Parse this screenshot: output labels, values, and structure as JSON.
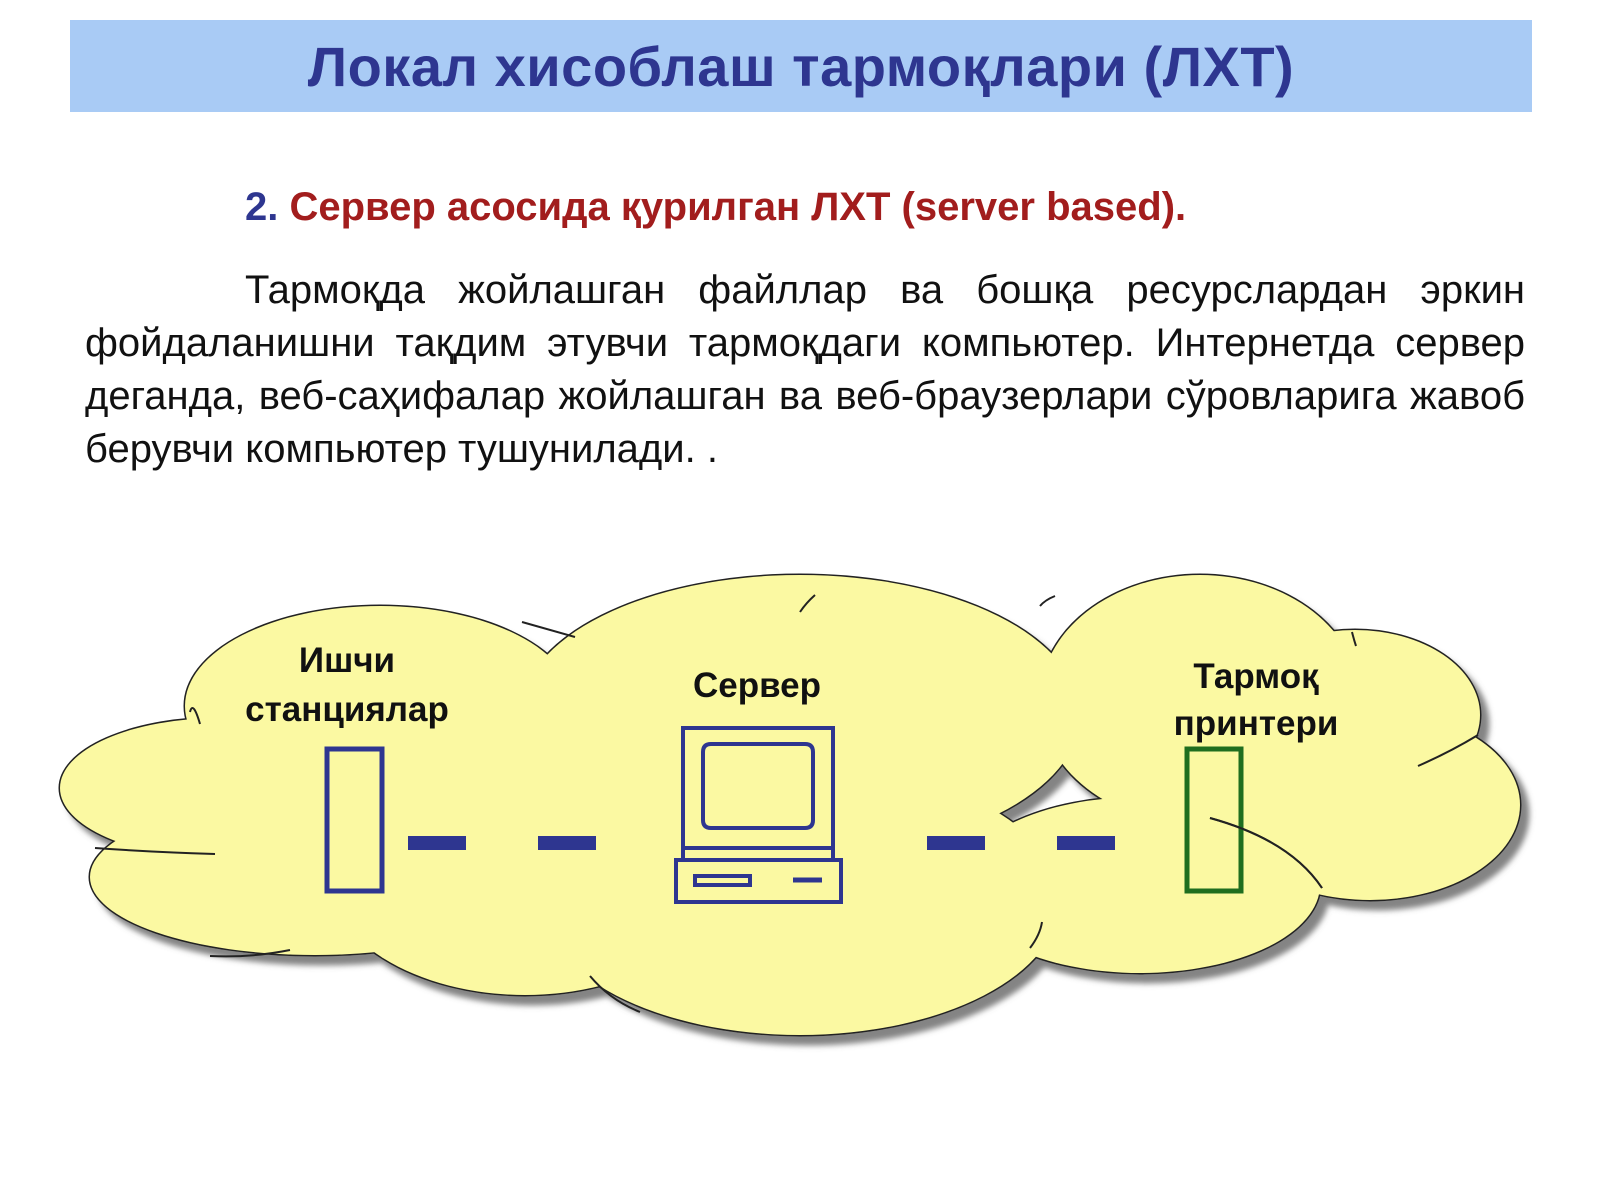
{
  "title": "Локал хисоблаш тармоқлари (ЛХТ)",
  "subtitle": {
    "number": "2.",
    "text": "Сервер асосида қурилган ЛХТ (server based)."
  },
  "paragraph": "Тармоқда жойлашган файллар ва бошқа ресурслардан эркин фойдаланишни тақдим этувчи тармоқдаги компьютер. Интернетда сервер деганда, веб-саҳифалар жойлашган ва веб-браузерлари сўровларига жавоб берувчи компьютер тушунилади.  .",
  "diagram": {
    "cloud_fill": "#fbf9a2",
    "nodes": {
      "workstations": {
        "line1": "Ишчи",
        "line2": "станциялар",
        "color": "#2e3690"
      },
      "server": {
        "label": "Сервер",
        "color": "#2e3690"
      },
      "printer": {
        "line1": "Тармоқ",
        "line2": "принтери",
        "color": "#1f6e1f"
      }
    },
    "connector_color": "#2e3690"
  }
}
